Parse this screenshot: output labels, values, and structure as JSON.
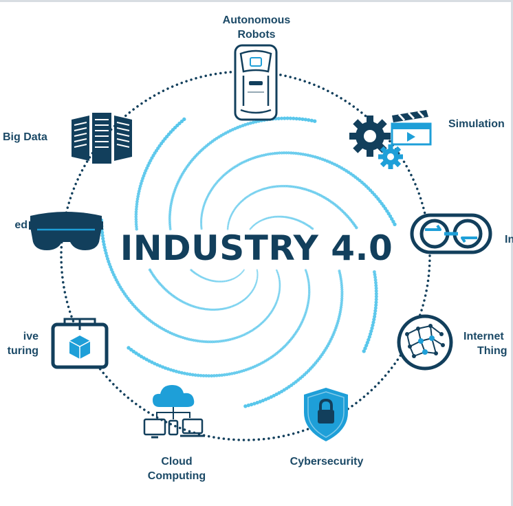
{
  "title": "INDUSTRY 4.0",
  "nodes": {
    "autonomous_robots": {
      "line1": "Autonomous",
      "line2": "Robots"
    },
    "simulation": {
      "line1": "Simulation"
    },
    "integration": {
      "line1": "In"
    },
    "iot": {
      "line1": "Internet",
      "line2": "Thing"
    },
    "cybersecurity": {
      "line1": "Cybersecurity"
    },
    "cloud": {
      "line1": "Cloud",
      "line2": "Computing"
    },
    "additive": {
      "line1": "ive",
      "line2": "turing"
    },
    "augmented": {
      "line1": "ed"
    },
    "big_data": {
      "line1": "Big Data"
    }
  },
  "colors": {
    "navy": "#123f5c",
    "label": "#1b4966",
    "accent": "#1e9fd8",
    "dots": "#4fc3ea"
  },
  "icons": {
    "autonomous_robots": "vehicle-icon",
    "simulation": "gear-clapper-icon",
    "integration": "chain-link-icon",
    "iot": "network-globe-icon",
    "cybersecurity": "shield-lock-icon",
    "cloud": "cloud-devices-icon",
    "additive": "3d-printer-icon",
    "augmented": "vr-headset-icon",
    "big_data": "server-rack-icon"
  }
}
